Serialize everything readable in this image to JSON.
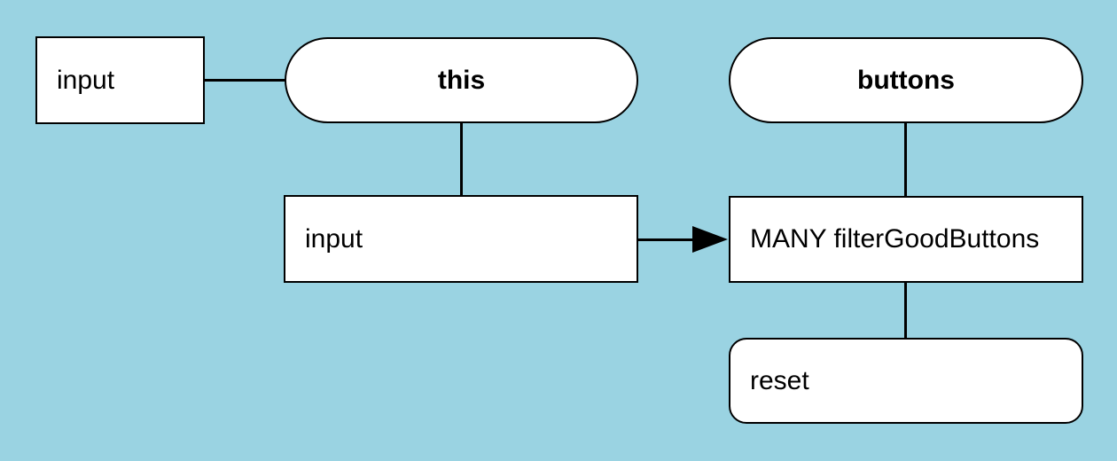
{
  "diagram": {
    "canvas": {
      "background_color": "#9ad3e2",
      "node_fill_color": "#ffffff",
      "stroke_color": "#000000"
    },
    "nodes": {
      "input_source": {
        "label": "input",
        "shape": "rectangle"
      },
      "this_state": {
        "label": "this",
        "shape": "pill"
      },
      "buttons_state": {
        "label": "buttons",
        "shape": "pill"
      },
      "input_mid": {
        "label": "input",
        "shape": "rectangle"
      },
      "many_filter": {
        "label": "MANY filterGoodButtons",
        "shape": "rectangle"
      },
      "reset": {
        "label": "reset",
        "shape": "rounded-rectangle"
      }
    },
    "links": [
      {
        "from": "input_source",
        "to": "this_state",
        "style": "plain"
      },
      {
        "from": "this_state",
        "to": "input_mid",
        "style": "plain"
      },
      {
        "from": "buttons_state",
        "to": "many_filter",
        "style": "plain"
      },
      {
        "from": "input_mid",
        "to": "many_filter",
        "style": "arrow"
      },
      {
        "from": "many_filter",
        "to": "reset",
        "style": "plain"
      }
    ]
  }
}
